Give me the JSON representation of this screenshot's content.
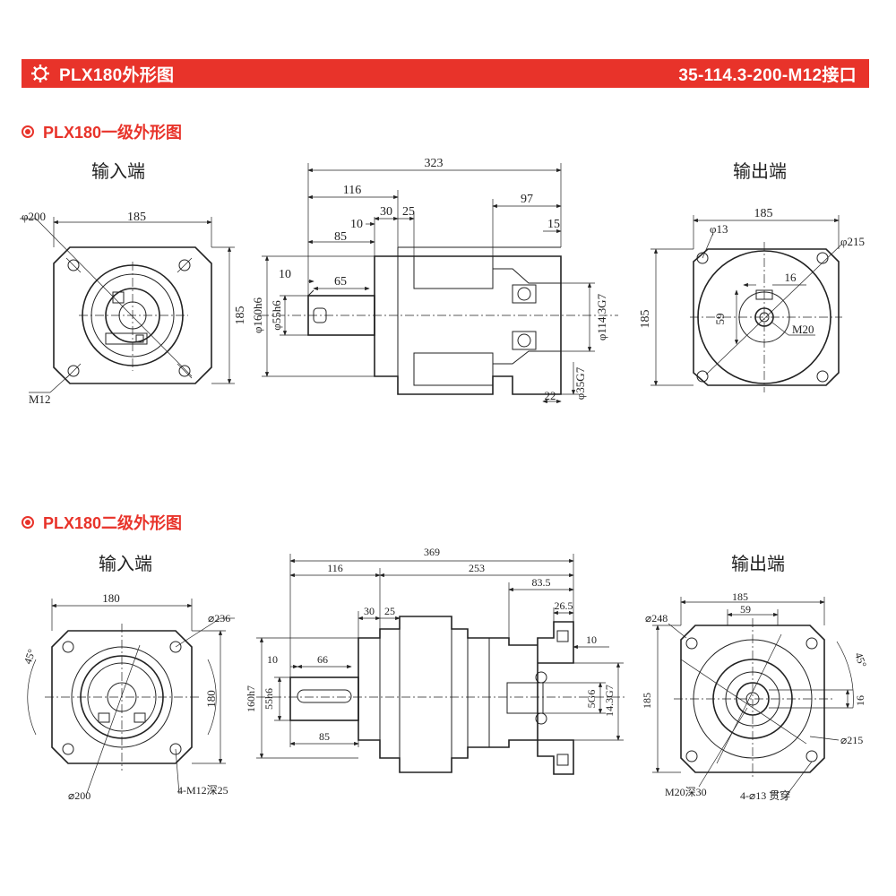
{
  "banner": {
    "title": "PLX180外形图",
    "interface": "35-114.3-200-M12接口",
    "icon": "gear-icon",
    "color": "#e8332a"
  },
  "stage1": {
    "title": "PLX180一级外形图",
    "input_label": "输入端",
    "output_label": "输出端",
    "dims": {
      "in_phi200": "φ200",
      "in_185w": "185",
      "in_185h": "185",
      "in_m12": "M12",
      "side_323": "323",
      "side_116": "116",
      "side_97": "97",
      "side_10a": "10",
      "side_30": "30",
      "side_25": "25",
      "side_15": "15",
      "side_85": "85",
      "side_10b": "10",
      "side_65": "65",
      "side_160h6": "φ160h6",
      "side_55h6": "φ55h6",
      "side_1143": "φ114.3G7",
      "side_35g7": "φ35G7",
      "side_22": "22",
      "out_185w": "185",
      "out_phi13": "φ13",
      "out_phi215": "φ215",
      "out_16": "16",
      "out_59": "59",
      "out_185h": "185",
      "out_m20": "M20"
    }
  },
  "stage2": {
    "title": "PLX180二级外形图",
    "input_label": "输入端",
    "output_label": "输出端",
    "dims": {
      "in_180w": "180",
      "in_180h": "180",
      "in_phi236": "⌀236",
      "in_45": "45°",
      "in_phi200": "⌀200",
      "in_m12": "4-M12深25",
      "side_369": "369",
      "side_116": "116",
      "side_253": "253",
      "side_835": "83.5",
      "side_265": "26.5",
      "side_30": "30",
      "side_25": "25",
      "side_10a": "10",
      "side_10b": "10",
      "side_66": "66",
      "side_85": "85",
      "side_160h7": "160h7",
      "side_55h6": "55h6",
      "side_5g6": "5G6",
      "side_1143": "14.3G7",
      "out_185": "185",
      "out_59": "59",
      "out_phi248": "⌀248",
      "out_45": "45°",
      "out_16": "16",
      "out_185h": "185",
      "out_phi215": "⌀215",
      "out_m20": "M20深30",
      "out_13": "4-⌀13 贯穿"
    }
  }
}
